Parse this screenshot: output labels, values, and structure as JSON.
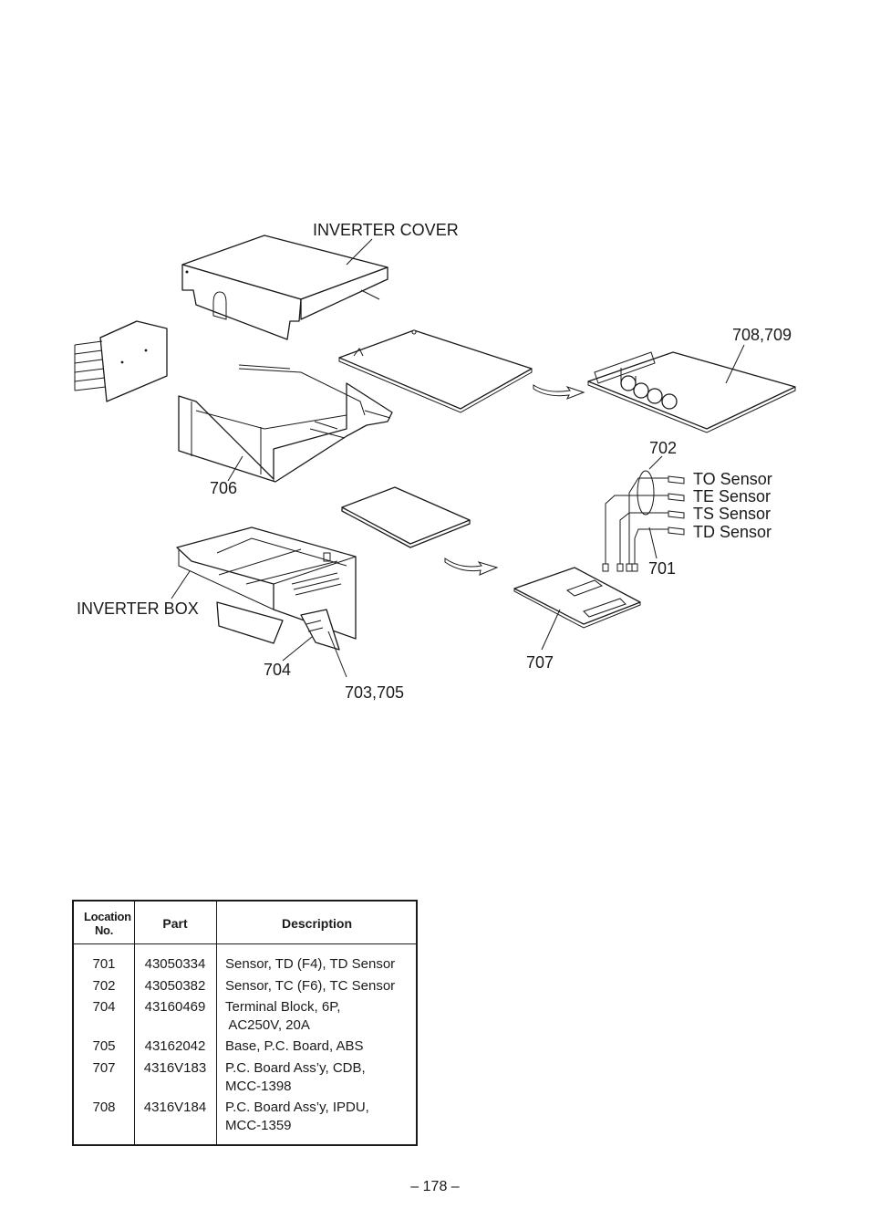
{
  "diagram": {
    "labels": {
      "inverter_cover": "INVERTER COVER",
      "inverter_box": "INVERTER BOX",
      "loc_708_709": "708,709",
      "loc_702": "702",
      "loc_701": "701",
      "loc_706": "706",
      "loc_707": "707",
      "loc_704": "704",
      "loc_703_705": "703,705"
    },
    "sensors": [
      "TO Sensor",
      "TE Sensor",
      "TS Sensor",
      "TD Sensor"
    ]
  },
  "table": {
    "headers": {
      "location": "Location No.",
      "part": "Part",
      "description": "Description"
    },
    "rows": [
      {
        "location": "701",
        "part": "43050334",
        "description": "Sensor, TD (F4), TD Sensor"
      },
      {
        "location": "702",
        "part": "43050382",
        "description": "Sensor, TC (F6), TC Sensor"
      },
      {
        "location": "704",
        "part": "43160469",
        "description": "Terminal Block, 6P,\n AC250V, 20A"
      },
      {
        "location": "705",
        "part": "43162042",
        "description": "Base, P.C. Board, ABS"
      },
      {
        "location": "707",
        "part": "4316V183",
        "description": "P.C. Board Ass’y, CDB,\nMCC-1398"
      },
      {
        "location": "708",
        "part": "4316V184",
        "description": "P.C. Board Ass’y, IPDU,\nMCC-1359"
      }
    ]
  },
  "page_number": "– 178 –"
}
